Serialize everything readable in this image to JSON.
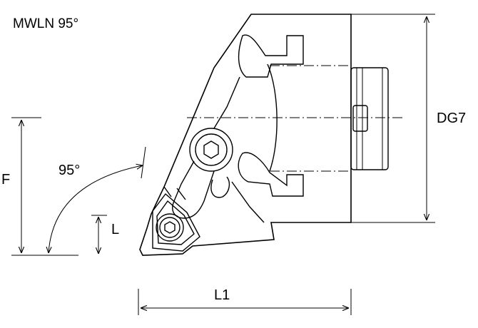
{
  "title": "MWLN 95°",
  "labels": {
    "angle": "95°",
    "f": "F",
    "l": "L",
    "l1": "L1",
    "dg7": "DG7"
  }
}
